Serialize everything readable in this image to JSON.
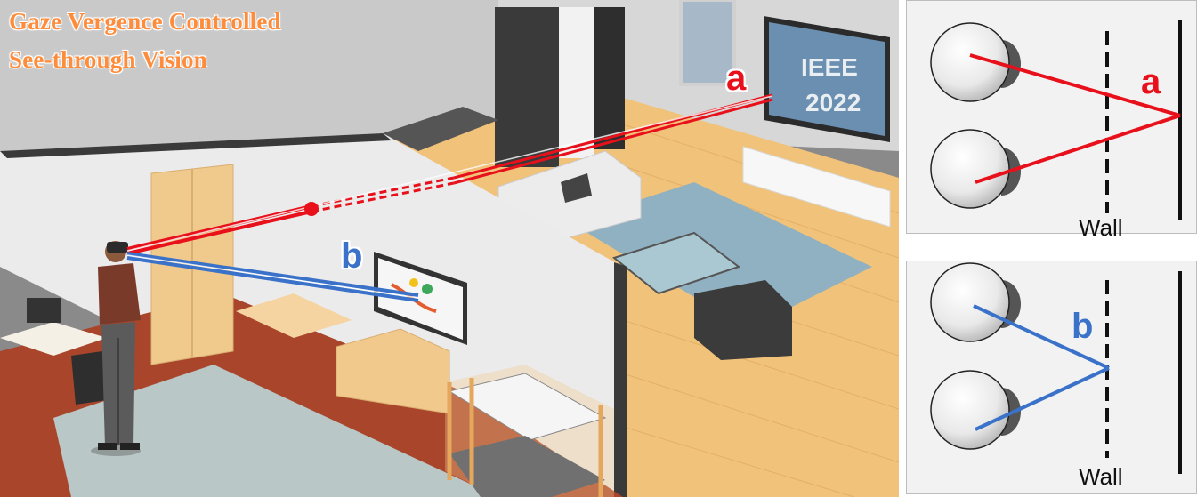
{
  "title": {
    "line1": "Gaze Vergence Controlled",
    "line2": "See-through Vision"
  },
  "scene": {
    "label_a": "a",
    "label_b": "b",
    "tv_text_line1": "IEEE",
    "tv_text_line2": "2022"
  },
  "panels": [
    {
      "label": "a",
      "wall_label": "Wall",
      "gaze_color": "#e8111b",
      "fixation": "beyond wall"
    },
    {
      "label": "b",
      "wall_label": "Wall",
      "gaze_color": "#3a72c9",
      "fixation": "on wall"
    }
  ],
  "colors": {
    "title": "#ff8c3a",
    "gaze_a": "#e8111b",
    "gaze_b": "#3a72c9"
  }
}
